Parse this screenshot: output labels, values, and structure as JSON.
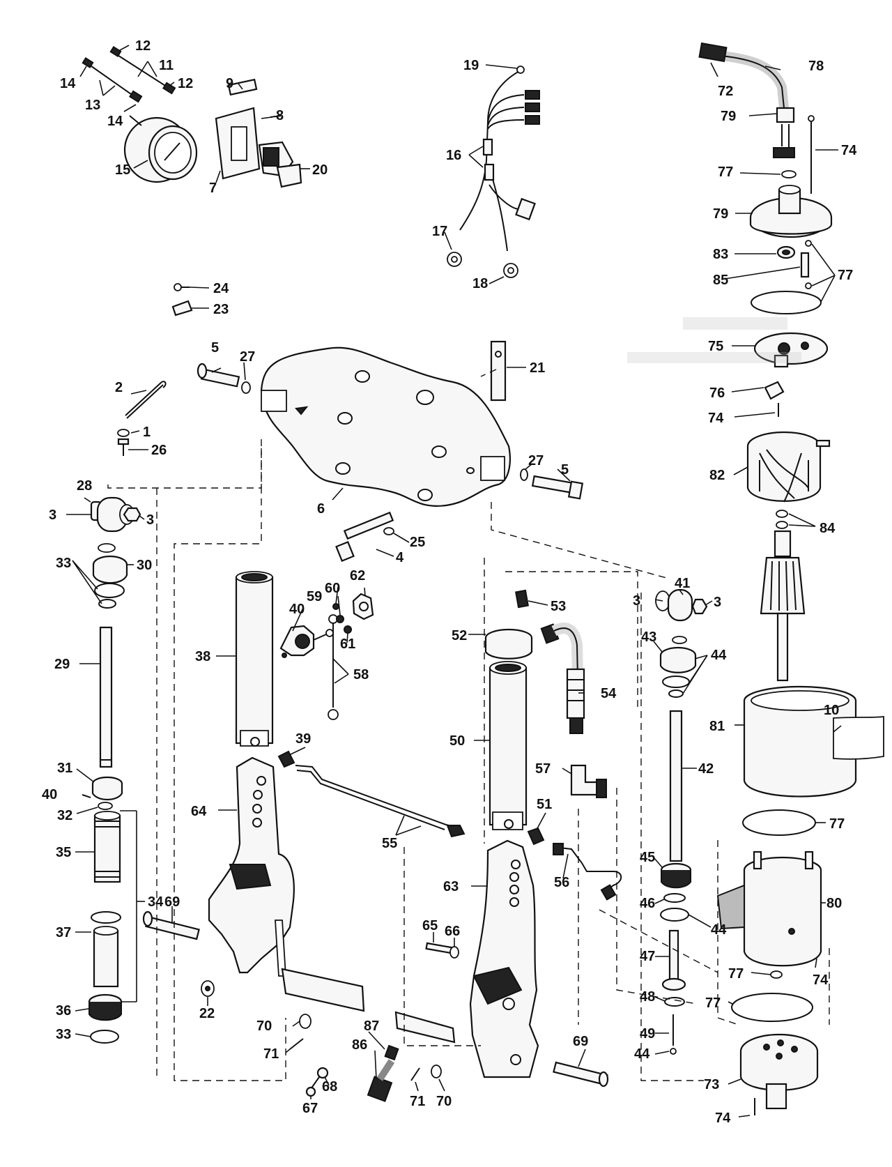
{
  "labels": {
    "p1": "1",
    "p2": "2",
    "p3a": "3",
    "p3b": "3",
    "p3c": "3",
    "p3d": "3",
    "p4": "4",
    "p5a": "5",
    "p5b": "5",
    "p6": "6",
    "p7": "7",
    "p8": "8",
    "p9": "9",
    "p10": "10",
    "p11": "11",
    "p12a": "12",
    "p12b": "12",
    "p13": "13",
    "p14a": "14",
    "p14b": "14",
    "p15": "15",
    "p16": "16",
    "p17": "17",
    "p18": "18",
    "p19": "19",
    "p20": "20",
    "p21": "21",
    "p22": "22",
    "p23": "23",
    "p24": "24",
    "p25": "25",
    "p26": "26",
    "p27a": "27",
    "p27b": "27",
    "p28": "28",
    "p29": "29",
    "p30": "30",
    "p31": "31",
    "p32": "32",
    "p33a": "33",
    "p33b": "33",
    "p34": "34",
    "p35": "35",
    "p36": "36",
    "p37": "37",
    "p38": "38",
    "p39": "39",
    "p40a": "40",
    "p40b": "40",
    "p41": "41",
    "p42": "42",
    "p43": "43",
    "p44a": "44",
    "p44b": "44",
    "p44c": "44",
    "p45": "45",
    "p46": "46",
    "p47": "47",
    "p48": "48",
    "p49": "49",
    "p50": "50",
    "p51": "51",
    "p52": "52",
    "p53": "53",
    "p54": "54",
    "p55": "55",
    "p56": "56",
    "p57": "57",
    "p58": "58",
    "p59": "59",
    "p60": "60",
    "p61": "61",
    "p62": "62",
    "p63": "63",
    "p64": "64",
    "p65": "65",
    "p66": "66",
    "p67": "67",
    "p68": "68",
    "p69a": "69",
    "p69b": "69",
    "p70a": "70",
    "p70b": "70",
    "p71a": "71",
    "p71b": "71",
    "p72": "72",
    "p73": "73",
    "p74a": "74",
    "p74b": "74",
    "p74c": "74",
    "p74d": "74",
    "p75": "75",
    "p76": "76",
    "p77a": "77",
    "p77b": "77",
    "p77c": "77",
    "p77d": "77",
    "p77e": "77",
    "p78": "78",
    "p79a": "79",
    "p79b": "79",
    "p80": "80",
    "p81": "81",
    "p82": "82",
    "p83": "83",
    "p84": "84",
    "p85": "85",
    "p86": "86",
    "p87": "87"
  }
}
